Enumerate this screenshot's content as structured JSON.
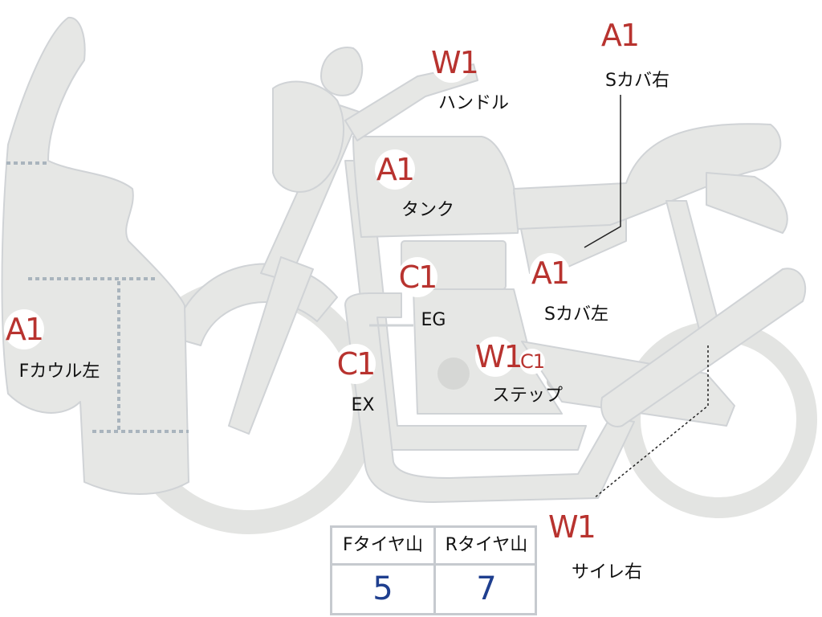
{
  "diagram": {
    "colors": {
      "body_fill": "#e6e7e5",
      "body_stroke": "#d0d3d6",
      "grade_text": "#b8332f",
      "value_text": "#1f3f8f",
      "dash": "#a9b4bd"
    },
    "parts": [
      {
        "id": "handle",
        "grade": "W1",
        "label": "ハンドル"
      },
      {
        "id": "side-cover-right",
        "grade": "A1",
        "label": "Sカバ右"
      },
      {
        "id": "tank",
        "grade": "A1",
        "label": "タンク"
      },
      {
        "id": "engine",
        "grade": "C1",
        "label": "EG"
      },
      {
        "id": "side-cover-left",
        "grade": "A1",
        "label": "Sカバ左"
      },
      {
        "id": "front-cowl-left",
        "grade": "A1",
        "label": "Fカウル左"
      },
      {
        "id": "exhaust",
        "grade": "C1",
        "label": "EX"
      },
      {
        "id": "step",
        "grade": "W1",
        "label": "ステップ"
      },
      {
        "id": "step-extra",
        "grade": "C1",
        "label": ""
      },
      {
        "id": "silencer-right",
        "grade": "W1",
        "label": "サイレ右"
      }
    ]
  },
  "tire_table": {
    "headers": [
      "Fタイヤ山",
      "Rタイヤ山"
    ],
    "values": [
      "5",
      "7"
    ]
  }
}
